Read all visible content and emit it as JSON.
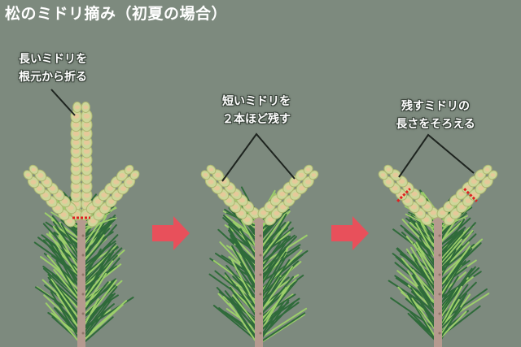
{
  "title": "松のミドリ摘み（初夏の場合）",
  "steps": [
    {
      "line1": "長いミドリを",
      "line2": "根元から折る"
    },
    {
      "line1": "短いミドリを",
      "line2": "２本ほど残す"
    },
    {
      "line1": "残すミドリの",
      "line2": "長さをそろえる"
    }
  ],
  "colors": {
    "background": "#7d8a7e",
    "needle_dark": "#2f6b3a",
    "needle_light": "#9ccf6a",
    "trunk": "#b59a8f",
    "candle": "#cdd79a",
    "bud": "#e6c99a",
    "arrow": "#e8505b",
    "cut_mark": "#e02020"
  }
}
